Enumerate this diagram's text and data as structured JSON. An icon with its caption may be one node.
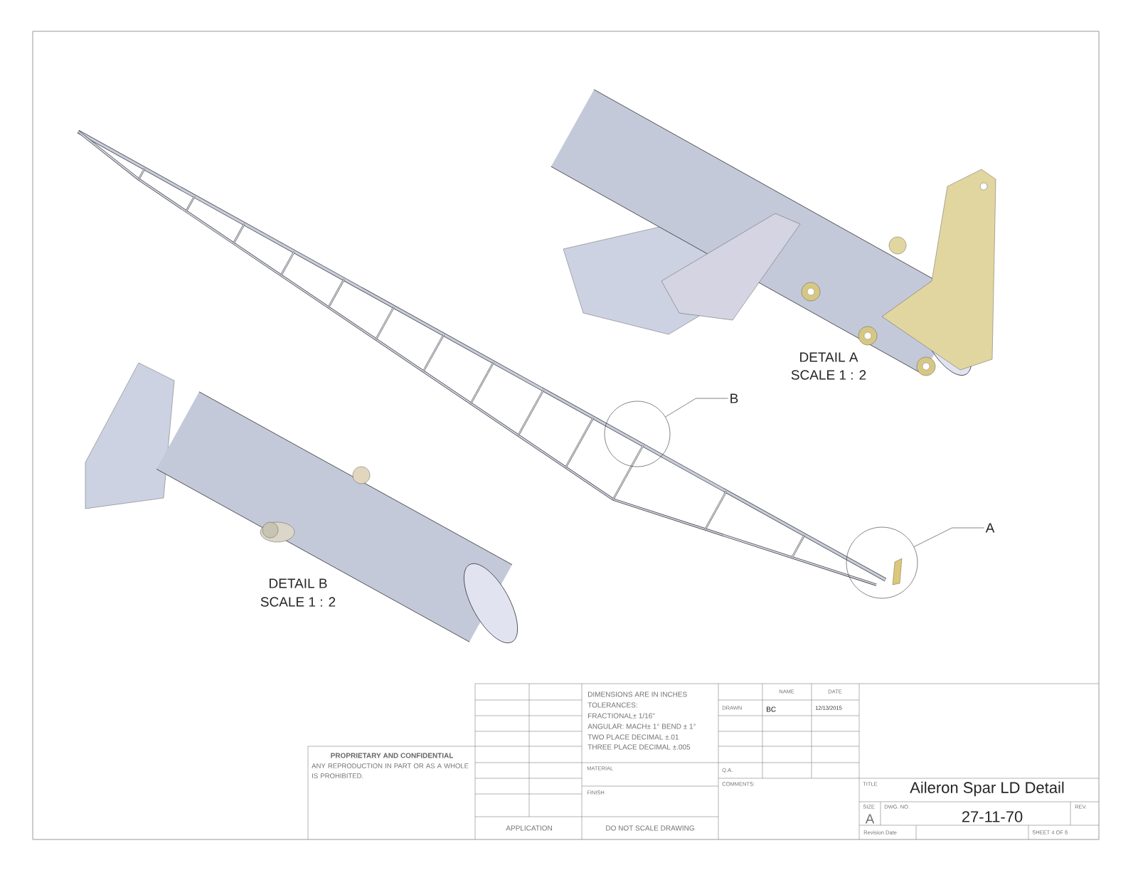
{
  "diagram": {
    "title": "Aileron Spar LD Detail",
    "nodes": [
      {
        "text": [
          "B"
        ]
      },
      {
        "text": [],
        "shape": "circle"
      },
      {
        "text": [
          "A"
        ]
      },
      {
        "text": [],
        "shape": "circle"
      }
    ],
    "edges": [
      {
        "from": 0,
        "to": 1,
        "arrow": "none"
      },
      {
        "from": 2,
        "to": 3,
        "arrow": "none"
      }
    ],
    "labels": [
      "DETAIL A",
      "SCALE 1 : 2",
      "DETAIL B",
      "SCALE 1 : 2",
      "DIMENSIONS ARE IN INCHES",
      "TOLERANCES:",
      "FRACTIONAL± 1/16\"",
      "ANGULAR: MACH± 1° BEND ± 1°",
      "TWO PLACE DECIMAL   ±.01",
      "THREE PLACE DECIMAL   ±.005",
      "NAME",
      "DATE",
      "DRAWN",
      "BC",
      "12/13/2015",
      "PROPRIETARY AND CONFIDENTIAL",
      "ANY REPRODUCTION IN PART OR AS A WHOLE IS PROHIBITED.",
      "MATERIAL",
      "Q.A.",
      "COMMENTS:",
      "FINISH",
      "TITLE",
      "SIZE",
      "A",
      "DWG. NO.",
      "27-11-70",
      "REV.",
      "APPLICATION",
      "DO NOT SCALE DRAWING",
      "Revision Date",
      "SHEET 4 OF 6"
    ]
  }
}
